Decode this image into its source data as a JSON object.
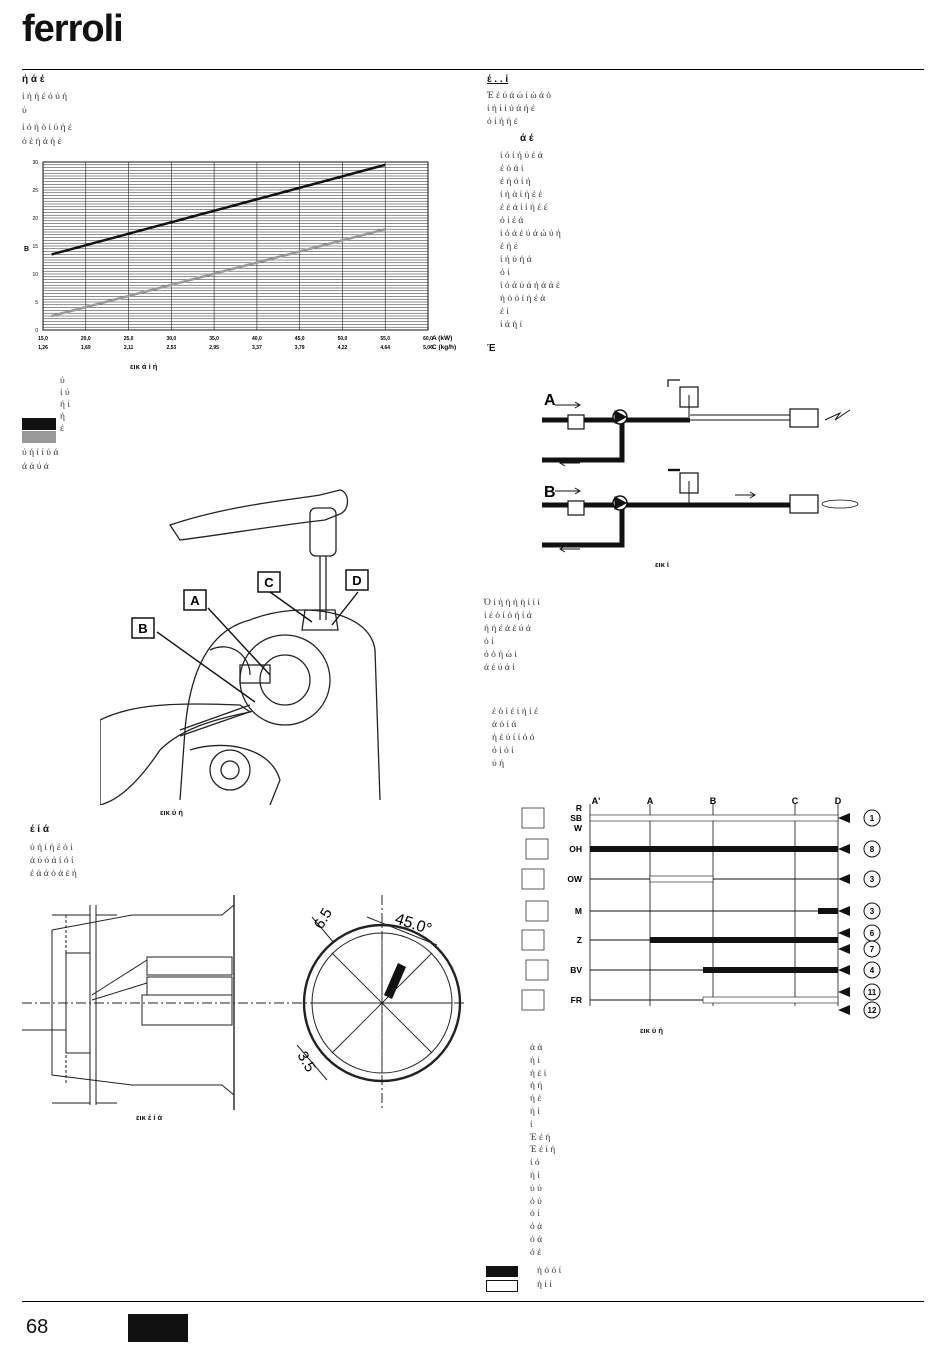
{
  "logo": "ferroli",
  "page_number": "68",
  "left": {
    "heading1": "ή   ά   έ",
    "para1": [
      "ί      ή        ή  έ    ό          ύ       ή",
      "ύ"
    ],
    "para2": [
      "ί    ό    ή    ό       ί  ύ        ή       έ",
      "ό    έ      ή   ά          ή έ"
    ],
    "chart_caption": "εικ      ά      ί        ή",
    "legend_lines": [
      "ύ",
      "ί  ύ",
      "ή   ί",
      "ή",
      "έ"
    ],
    "para3": [
      "ύ      ή     ί     ί           ύ    ά",
      "ά    ά    ύ        ά"
    ],
    "photo_caption": "εικ     ύ       ή",
    "photo_labels": {
      "a": "A",
      "b": "B",
      "c": "C",
      "d": "D"
    },
    "heading2": "έ      ί    ά",
    "para4": [
      "ύ    ή      ί       ή     έ    ό       ί",
      "ά    ύ        ό      ά    ί    ό       ί",
      "έ    ά         ά  ό  ά  έ          ή"
    ],
    "dim_caption": "εικ     έ       ί      ά",
    "dims": {
      "d1": "6.5",
      "d2": "45.0°",
      "d3": "3.5"
    }
  },
  "right": {
    "heading1": "έ  .  .   ί",
    "intro": [
      "Έ      έ        ύ     ά     ώ        ί      ώ     ά  ό",
      "ί    ή          ί   ί      ύ          ά   ή  έ",
      "ό       ί  ή     ή      έ"
    ],
    "heading2": "ά    έ",
    "list": [
      "ί        ό       ί        ή     ύ  έ           ά",
      "έ          ό          ά      ί",
      "έ        ή     ό         ί        ή",
      "ί          ή     ά           ί          ή      έ        έ",
      "έ      έ              ά      ί         ί       ή   έ     έ",
      "ό      ί      έ          ά",
      "ί  ό       ά          έ      ύ          ά            ώ       ύ  ή",
      "έ   ή    έ",
      "ί            ή  ύ            ή         ά",
      "ό        ί",
      "ί  ό       ά        ύ        ά ή     ά     ά       έ",
      "ή        ό          ό          ί           ή          έ        ά",
      "έ        ί",
      "ί       ά          ή             ί"
    ],
    "note": "Έ",
    "diagram_labels": {
      "a": "A",
      "b": "B"
    },
    "diagram_caption": "εικ            ί",
    "para_o": [
      "Ό       ί         ή    ή        ή           ή    ί          ί      ί",
      "ί       έ           ό       ί  ό             ή       ί   ά",
      "ή                         ή  έ          ά     έ          ύ         ά",
      "ό      ί",
      "ό       ό   ή              ώ              ί",
      "ά            έ          ύ     ά              ί"
    ],
    "para5": [
      "έ          ό           ί        έ           ί                  ή       ί            έ",
      "ά          ό        ί     ά",
      "ή            έ            ύ              ί         ί            ό        ό",
      "ό         ί        ό          ί",
      "ύ          ή"
    ],
    "timing": {
      "cols": [
        "A'",
        "A",
        "B",
        "C",
        "D"
      ],
      "rows": [
        "R\nSB\nW",
        "OH",
        "OW",
        "M",
        "Z",
        "BV",
        "FR"
      ],
      "badges": [
        "1",
        "8",
        "3",
        "3",
        "6",
        "7",
        "4",
        "11",
        "12"
      ]
    },
    "timing_caption": "εικ        ύ           ή",
    "timing_list": [
      "ά          ά",
      "ή          ί",
      "ή    έ           ί",
      "ή             ή",
      "ή   έ",
      "ή      ί",
      "ί",
      "Έ       έ                  ή",
      "Έ       έ          ί          ή",
      "ί      ό",
      "ή          ί",
      "ύ      ύ",
      "ό                       ύ",
      "ό             ί",
      "ό             ά",
      "ό             ά",
      "ό        έ"
    ],
    "timing_legend": [
      "ή         ό        ό       ί",
      "ή              ί         ί"
    ]
  },
  "chart_data": {
    "type": "line",
    "title": "",
    "xlabel": "A (kW)",
    "x2label": "C (kg/h)",
    "ylabel": "B",
    "x": [
      15,
      60
    ],
    "xticks": [
      "15,0",
      "20,0",
      "25,0",
      "30,0",
      "35,0",
      "40,0",
      "45,0",
      "50,0",
      "55,0",
      "60,0"
    ],
    "x2ticks": [
      "1,26",
      "1,69",
      "2,11",
      "2,53",
      "2,95",
      "3,37",
      "3,79",
      "4,22",
      "4,64",
      "5,06"
    ],
    "yticks": [
      "0",
      "5",
      "10",
      "15",
      "20",
      "25",
      "30"
    ],
    "ylim": [
      0,
      30
    ],
    "xlim": [
      15,
      60
    ],
    "series": [
      {
        "x": [
          16,
          55
        ],
        "values": [
          13.5,
          29.5
        ],
        "color": "#111111"
      },
      {
        "x": [
          16,
          55
        ],
        "values": [
          2.5,
          18
        ],
        "color": "#999999"
      }
    ],
    "grid": true
  }
}
